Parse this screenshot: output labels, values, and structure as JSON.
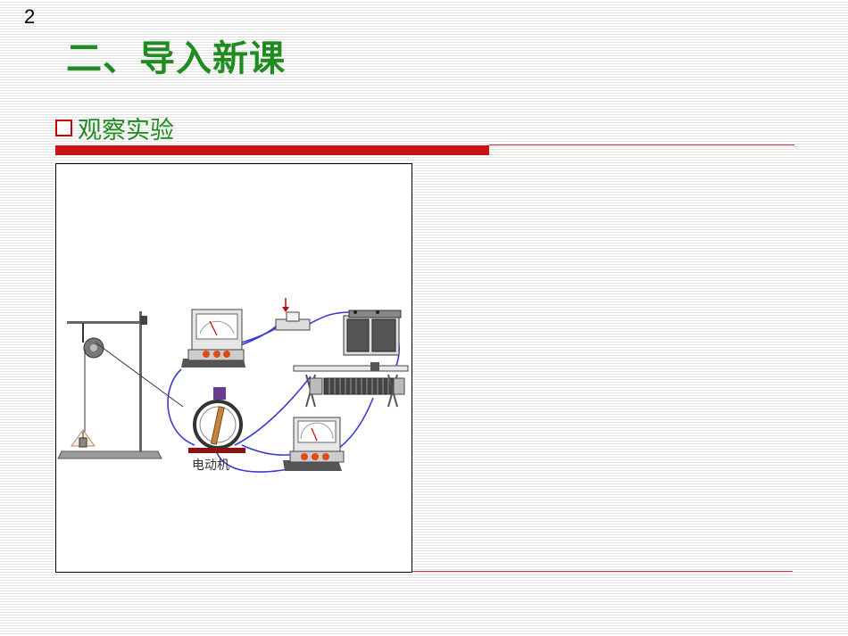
{
  "slide": {
    "number": "2"
  },
  "header": {
    "title": "二、导入新课"
  },
  "section": {
    "bullet_icon": "hollow-square-bullet",
    "label": "观察实验"
  },
  "figure": {
    "motor_label": "电动机"
  },
  "colors": {
    "title_green": "#1e8c1e",
    "accent_red": "#cc1111",
    "wire_blue": "#3b3bd0"
  }
}
